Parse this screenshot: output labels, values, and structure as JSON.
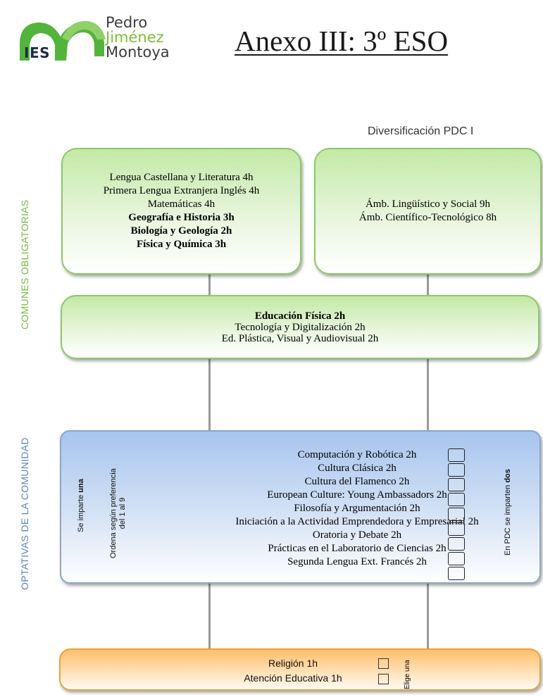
{
  "logo": {
    "ies": "IES",
    "line1": "Pedro",
    "line2": "Jiménez",
    "line3": "Montoya"
  },
  "title": "Anexo III: 3º ESO",
  "pdc_header": "Diversificación PDC I",
  "side_labels": {
    "comunes": "COMUNES OBLIGATORIAS",
    "optativas": "OPTATIVAS DE LA COMUNIDAD"
  },
  "comunes_box": {
    "lines": [
      "Lengua Castellana y Literatura 4h",
      "Primera Lengua Extranjera Inglés 4h",
      "Matemáticas 4h",
      "Geografía e Historia 3h",
      "Biología y Geología 2h",
      "Física y Química 3h"
    ]
  },
  "pdc_box": {
    "lines": [
      "Ámb. Lingüístico y Social 9h",
      "Ámb. Científico-Tecnológico 8h"
    ]
  },
  "shared_box": {
    "lines": [
      "Educación Física 2h",
      "Tecnología y Digitalización 2h",
      "Ed. Plástica, Visual y Audiovisual 2h"
    ]
  },
  "optativas_box": {
    "left_note_prefix": "Se imparte ",
    "left_note_bold": "una",
    "order_note_line1": "Ordena según preferencia",
    "order_note_line2": "del 1 al 9",
    "right_note_prefix": "En PDC se imparten ",
    "right_note_bold": "dos",
    "items": [
      "Computación y Robótica 2h",
      "Cultura Clásica 2h",
      "Cultura del Flamenco 2h",
      "European Culture: Young Ambassadors 2h",
      "Filosofía y Argumentación 2h",
      "Iniciación  a la Actividad Emprendedora y Empresarial 2h",
      "Oratoria y Debate 2h",
      "Prácticas en el Laboratorio de Ciencias 2h",
      "Segunda Lengua Ext. Francés 2h"
    ]
  },
  "religion_box": {
    "items": [
      "Religión 1h",
      "Atención Educativa 1h"
    ],
    "note": "Elige una"
  }
}
